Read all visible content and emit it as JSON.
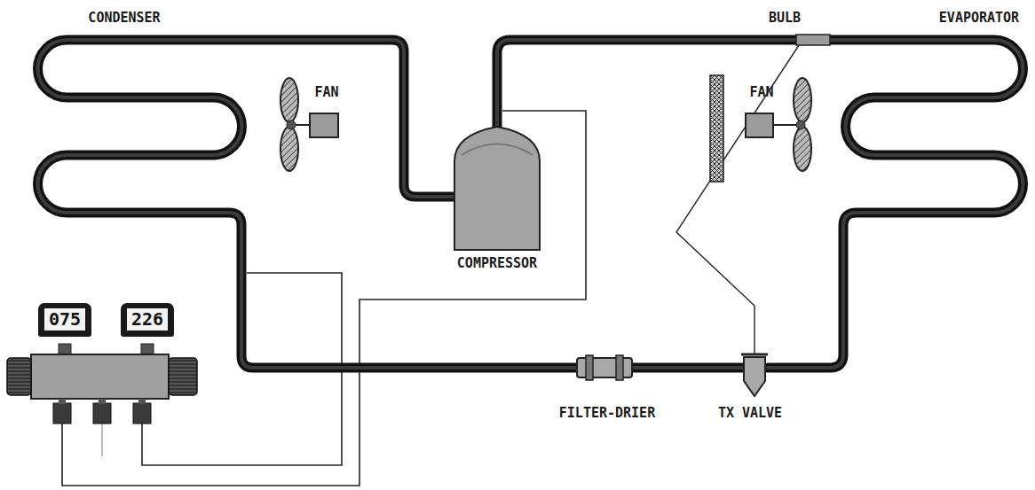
{
  "diagram": {
    "nodes": [
      {
        "text": [
          "075"
        ]
      },
      {
        "text": [
          "226"
        ]
      }
    ],
    "labels": [
      "CONDENSER",
      "FAN",
      "COMPRESSOR",
      "BULB",
      "EVAPORATOR",
      "FAN",
      "FILTER-DRIER",
      "TX VALVE"
    ]
  }
}
